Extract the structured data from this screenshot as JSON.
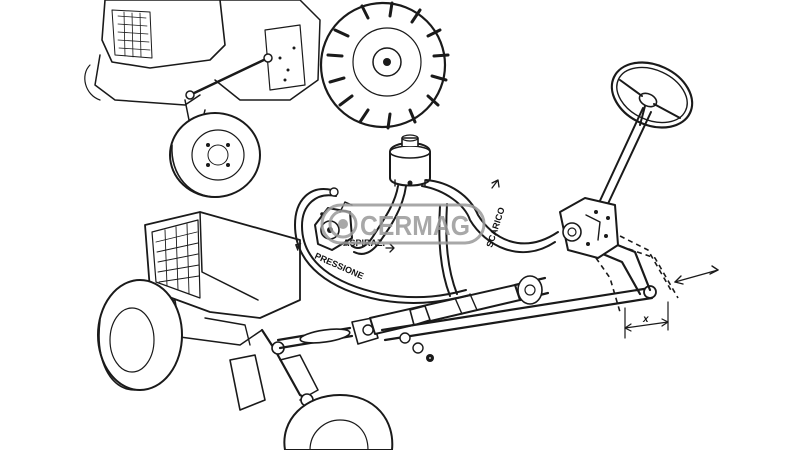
{
  "labels": {
    "aspiraz": "ASPIRAZ.",
    "pressione": "PRESSIONE",
    "scarico": "SCARICO",
    "dimension_x": "x"
  },
  "watermark": {
    "text": "CERMAG",
    "color": "#9a9a9a"
  },
  "colors": {
    "ink": "#1a1a1a",
    "background": "#ffffff"
  }
}
